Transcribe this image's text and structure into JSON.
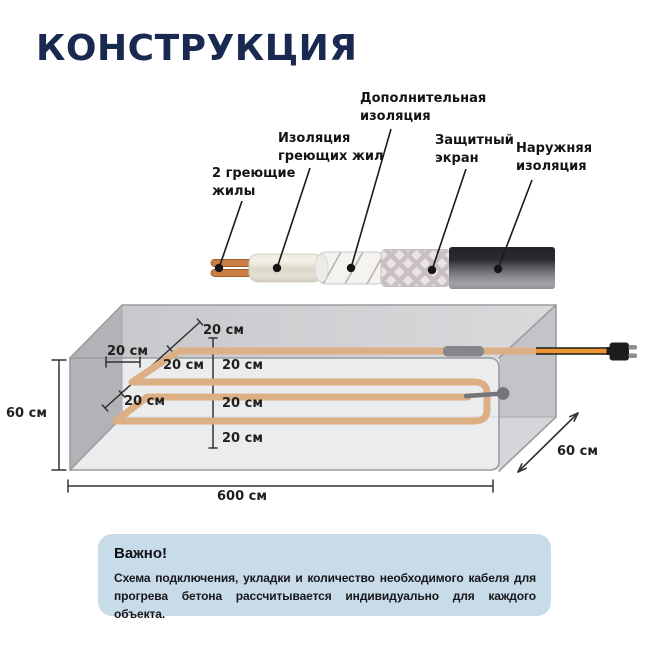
{
  "title": "КОНСТРУКЦИЯ",
  "cable_layers": {
    "wires": {
      "line1": "2 греющие",
      "line2": "жилы"
    },
    "core_insulation": {
      "line1": "Изоляция",
      "line2": "греющих жил"
    },
    "extra_insulation": {
      "line1": "Дополнительная",
      "line2": "изоляция"
    },
    "shield": {
      "line1": "Защитный",
      "line2": "экран"
    },
    "outer_insulation": {
      "line1": "Наружняя",
      "line2": "изоляция"
    }
  },
  "dimensions": {
    "spacing": "20 см",
    "slab_height": "60 см",
    "slab_length": "600 см",
    "slab_depth": "60 см"
  },
  "notice": {
    "heading": "Важно!",
    "body": "Схема подключения, укладки и количество необходимого кабеля для прогрева бетона рассчитывается индивидуально для каждого объекта."
  },
  "colors": {
    "title": "#1a2951",
    "notice_bg": "#c7dbe9",
    "heating_cable": "#dcb084",
    "power_cord": "#ed9530",
    "copper_wire": "#cb7f44",
    "concrete_top": "#d0d1d4",
    "concrete_front": "#ebecee"
  }
}
